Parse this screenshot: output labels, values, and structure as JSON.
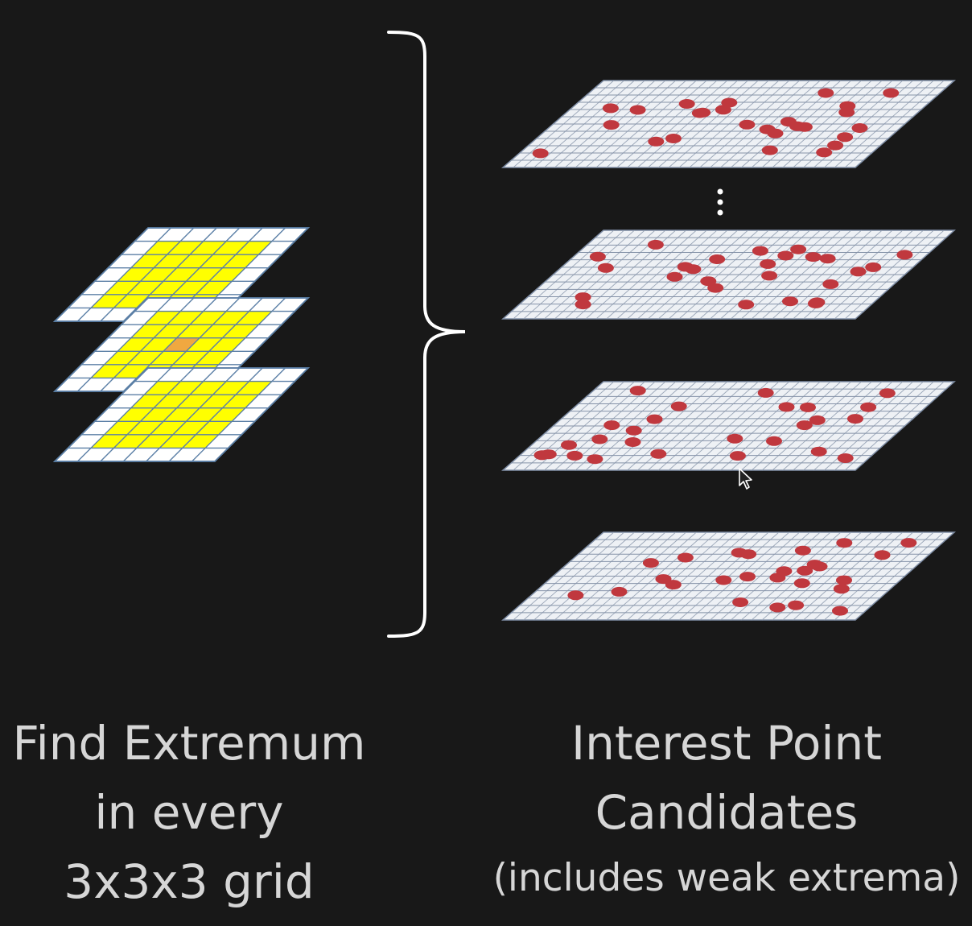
{
  "left_caption": {
    "line1": "Find Extremum",
    "line2": "in every",
    "line3": "3x3x3 grid"
  },
  "right_caption": {
    "line1": "Interest Point",
    "line2": "Candidates",
    "note": "(includes weak extrema)"
  },
  "colors": {
    "background": "#181818",
    "grid_fill": "#ffffff",
    "grid_line": "#5b7fa6",
    "neighborhood_yellow": "#ffff00",
    "center_orange": "#f0a840",
    "interest_point_red": "#c0383e",
    "text": "#d6d6d6",
    "brace": "#ffffff"
  },
  "icons": {
    "cursor": "mouse-pointer-icon",
    "ellipsis": "vertical-ellipsis-icon"
  }
}
